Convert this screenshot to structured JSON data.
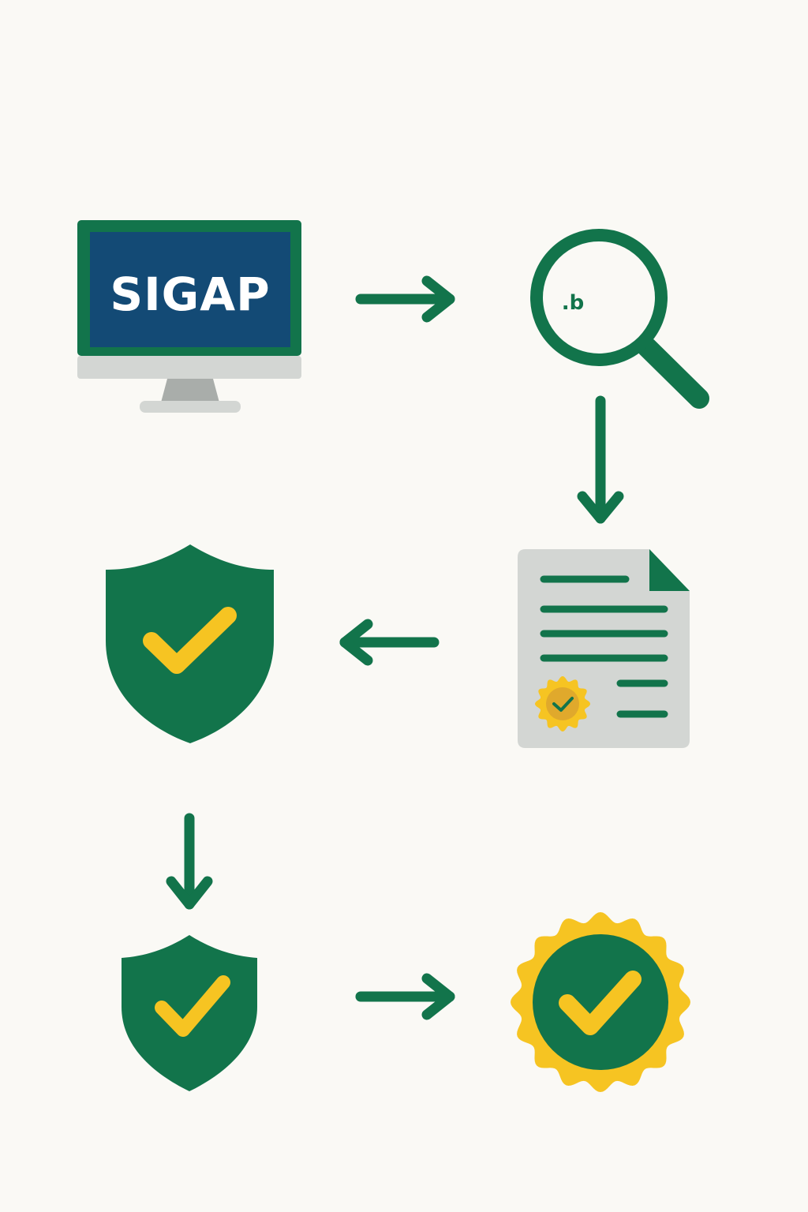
{
  "colors": {
    "background": "#FAF9F5",
    "green": "#12744B",
    "navy": "#134A75",
    "gray_light": "#D3D6D3",
    "gray_mid": "#A9ADAA",
    "yellow": "#F6C422",
    "seal_inner": "#E0A92C"
  },
  "nodes": {
    "monitor": {
      "label": "SIGAP",
      "icon": "monitor-icon"
    },
    "search": {
      "label": ".b",
      "icon": "magnifying-glass-icon"
    },
    "document": {
      "icon": "certified-document-icon"
    },
    "shield_large": {
      "icon": "shield-check-icon"
    },
    "shield_small": {
      "icon": "shield-check-icon"
    },
    "badge": {
      "icon": "verified-badge-icon"
    }
  },
  "arrows": [
    {
      "from": "monitor",
      "to": "search",
      "direction": "right"
    },
    {
      "from": "search",
      "to": "document",
      "direction": "down"
    },
    {
      "from": "document",
      "to": "shield_large",
      "direction": "left"
    },
    {
      "from": "shield_large",
      "to": "shield_small",
      "direction": "down"
    },
    {
      "from": "shield_small",
      "to": "badge",
      "direction": "right"
    }
  ]
}
